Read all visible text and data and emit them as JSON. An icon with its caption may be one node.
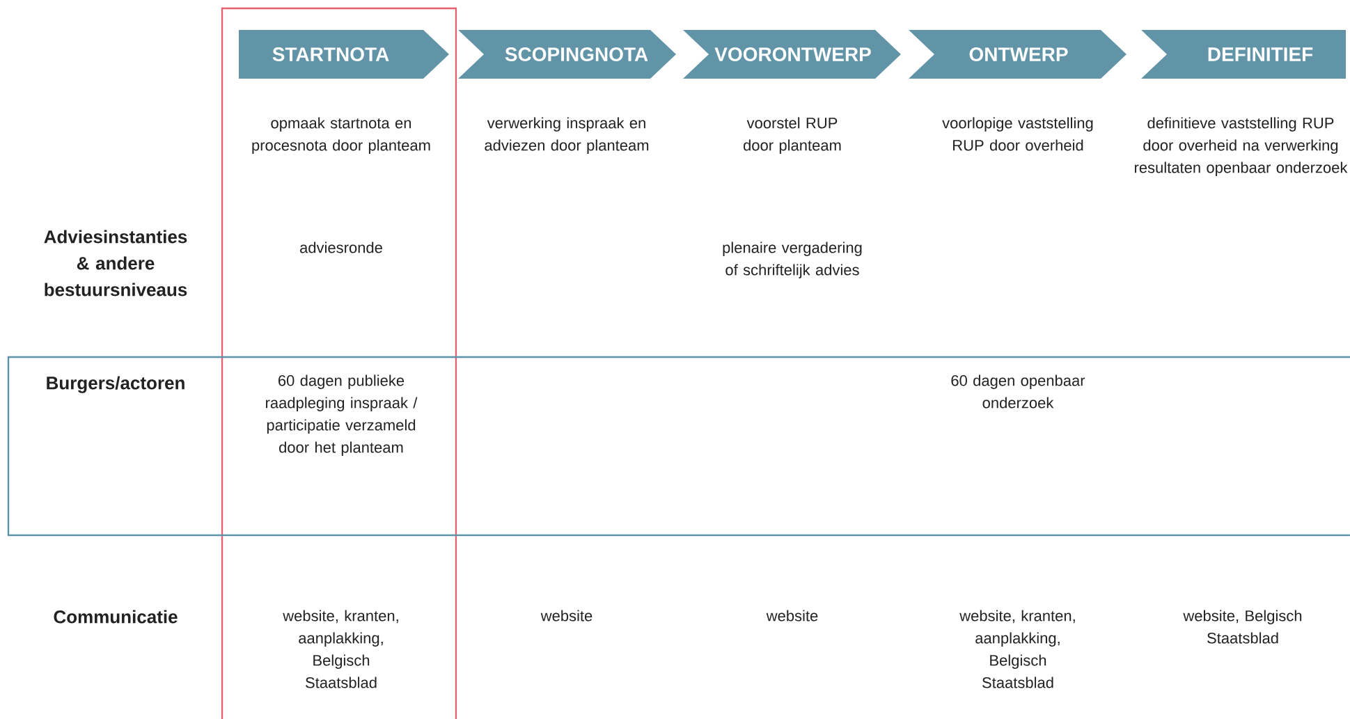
{
  "diagram": {
    "nodes": [
      {
        "text": [
          "STARTNOTA"
        ]
      },
      {
        "text": [
          "SCOPINGNOTA"
        ]
      },
      {
        "text": [
          "VOORONTWERP"
        ]
      },
      {
        "text": [
          "ONTWERP"
        ]
      },
      {
        "text": [
          "DEFINITIEF"
        ]
      },
      {
        "text": [
          "Burgers/actoren",
          "60 dagen publieke raadpleging inspraak / participatie verzameld door het planteam",
          "60 dagen openbaar onderzoek"
        ]
      }
    ],
    "labels": [
      "opmaak startnota en procesnota door planteam",
      "verwerking inspraak en adviezen door planteam",
      "voorstel RUP door planteam",
      "voorlopige vaststelling RUP door overheid",
      "definitieve vaststelling RUP door overheid na verwerking resultaten openbaar onderzoek",
      "Adviesinstanties & andere bestuursniveaus",
      "adviesronde",
      "plenaire vergadering of schriftelijk advies",
      "Communicatie",
      "website, kranten, aanplakking, Belgisch Staatsblad",
      "website",
      "website",
      "website, kranten, aanplakking, Belgisch Staatsblad",
      "website, Belgisch Staatsblad"
    ]
  }
}
